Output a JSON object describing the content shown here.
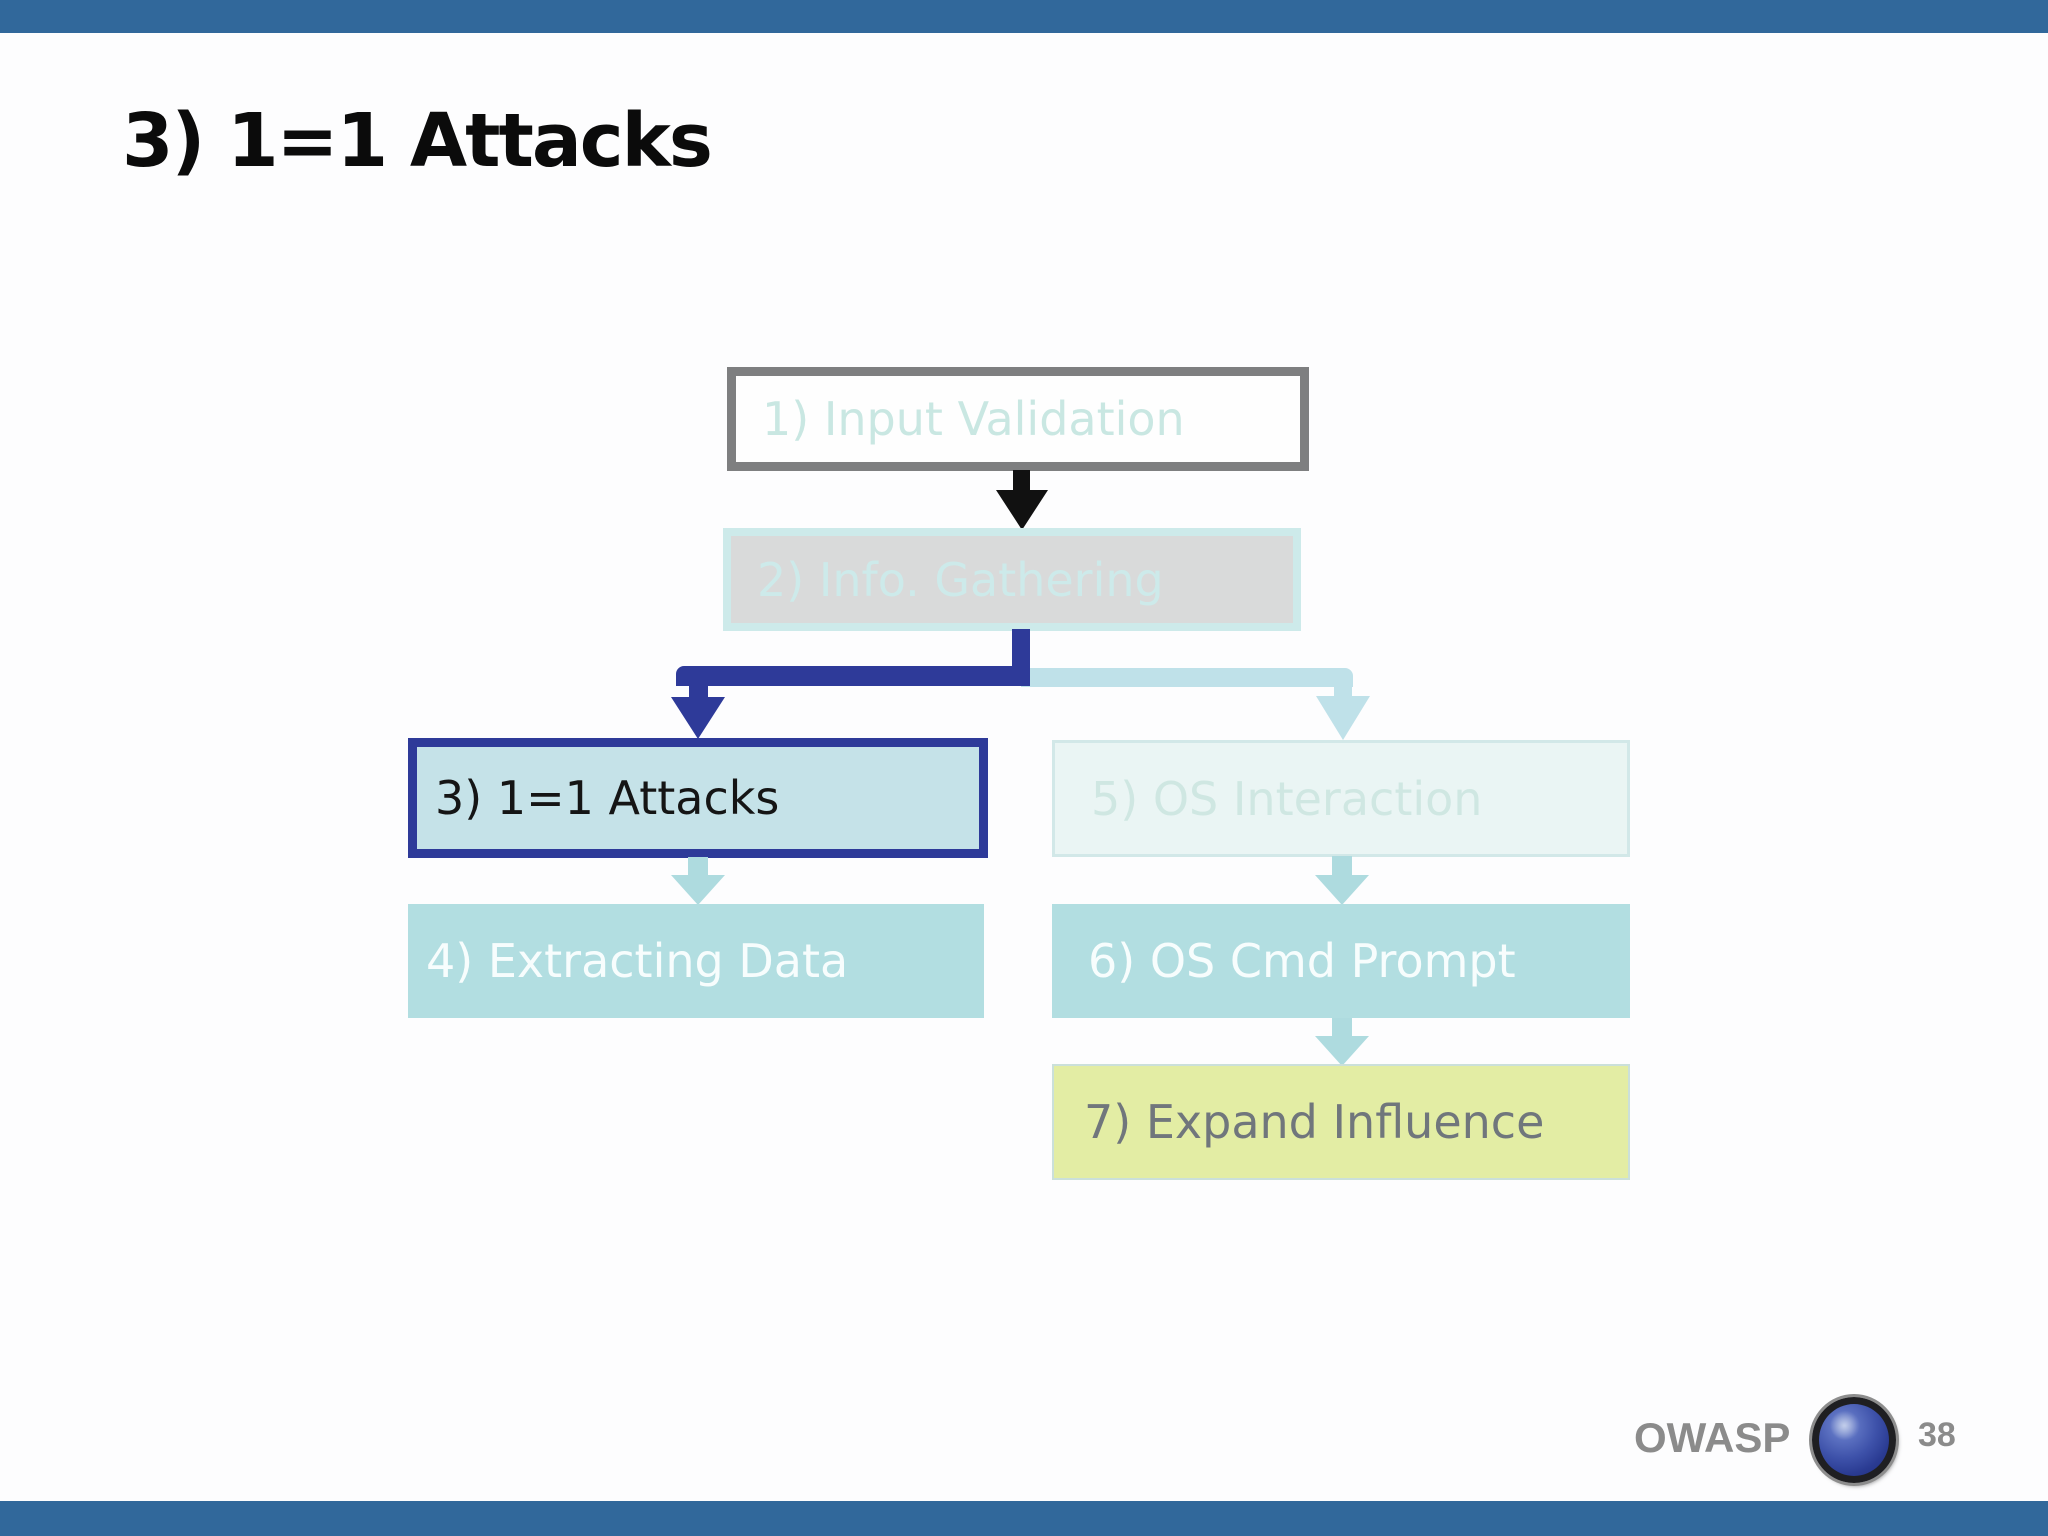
{
  "slide": {
    "title": "3) 1=1 Attacks",
    "footer": {
      "brand": "OWASP",
      "page_number": "38"
    }
  },
  "colors": {
    "top_bar": "#31689B",
    "bottom_bar": "#31689B",
    "title_text": "#0B0B0B",
    "highlight_border": "#2E3A99",
    "highlight_fill": "#C5E2E8",
    "teal_fill": "#B2DEE1",
    "green_fill": "#E3EDA4",
    "gray_fill": "#D9DADA",
    "pale_fill": "#EAF5F4",
    "gray_border": "#7E7F80",
    "pale_teal_text": "#CDEAEA",
    "connector_black": "#111111",
    "connector_dark_blue": "#2E3A99",
    "connector_light_blue": "#BFE1E9",
    "connector_teal": "#AEDBDF",
    "footer_text": "#8B8B8B"
  },
  "flowchart": {
    "nodes": [
      {
        "id": "input-validation",
        "label": "1) Input Validation",
        "state": "visited-outline"
      },
      {
        "id": "info-gathering",
        "label": "2) Info. Gathering",
        "state": "visited-gray"
      },
      {
        "id": "one-equals-one-attacks",
        "label": "3) 1=1 Attacks",
        "state": "current-highlighted"
      },
      {
        "id": "extracting-data",
        "label": "4) Extracting Data",
        "state": "next"
      },
      {
        "id": "os-interaction",
        "label": "5) OS Interaction",
        "state": "dimmed"
      },
      {
        "id": "os-cmd-prompt",
        "label": "6) OS Cmd Prompt",
        "state": "next"
      },
      {
        "id": "expand-influence",
        "label": "7) Expand Influence",
        "state": "final"
      }
    ],
    "edges": [
      {
        "from": "input-validation",
        "to": "info-gathering",
        "style": "black-arrow"
      },
      {
        "from": "info-gathering",
        "to": "one-equals-one-attacks",
        "style": "dark-blue-elbow"
      },
      {
        "from": "info-gathering",
        "to": "os-interaction",
        "style": "light-blue-elbow"
      },
      {
        "from": "one-equals-one-attacks",
        "to": "extracting-data",
        "style": "teal-arrow"
      },
      {
        "from": "os-interaction",
        "to": "os-cmd-prompt",
        "style": "teal-arrow"
      },
      {
        "from": "os-cmd-prompt",
        "to": "expand-influence",
        "style": "teal-arrow"
      }
    ]
  }
}
